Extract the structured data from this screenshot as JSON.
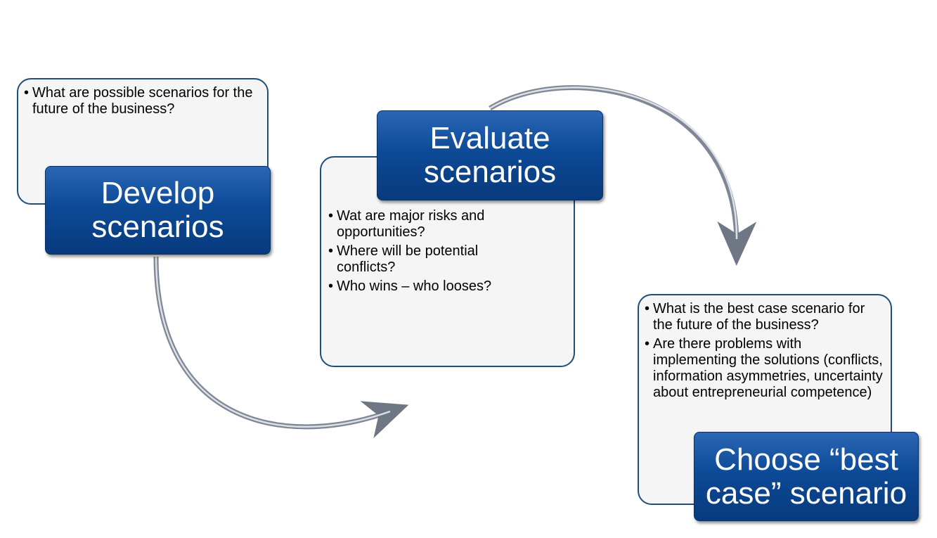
{
  "steps": [
    {
      "title_line1": "Develop",
      "title_line2": "scenarios",
      "bullets": [
        "What are possible scenarios for the future of the business?"
      ]
    },
    {
      "title_line1": "Evaluate",
      "title_line2": "scenarios",
      "bullets": [
        "Wat are major risks and opportunities?",
        "Where will be potential conflicts?",
        "Who wins  – who looses?"
      ]
    },
    {
      "title_line1": "Choose “best",
      "title_line2": "case” scenario",
      "bullets": [
        "What is the best case scenario for the future of the business?",
        "Are there problems with implementing  the solutions (conflicts, information asymmetries, uncertainty about entrepreneurial competence)"
      ]
    }
  ]
}
